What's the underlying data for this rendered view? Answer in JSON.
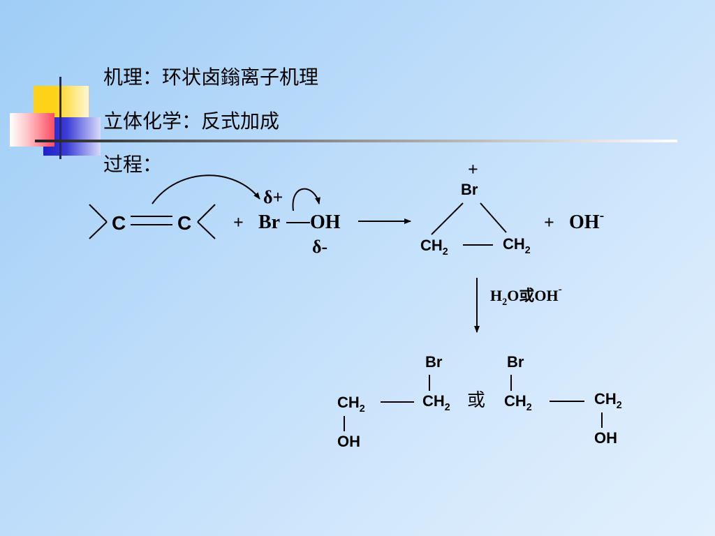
{
  "text": {
    "mechanism": "机理：环状卤鎓离子机理",
    "stereo": "立体化学：反式加成",
    "process": "过程："
  },
  "reaction1": {
    "carbon": "C",
    "plus": "+",
    "br": "Br",
    "oh": "OH",
    "delta_plus": "δ+",
    "delta_minus": "δ-",
    "bromonium_charge": "+",
    "bromonium_br": "Br",
    "ch": "CH",
    "sub2": "2",
    "oh_ion": "OH",
    "minus": "-"
  },
  "reagent": {
    "h": "H",
    "sub2": "2",
    "rest": "O或OH",
    "minus": "-"
  },
  "products": {
    "br": "Br",
    "ch": "CH",
    "sub2": "2",
    "oh": "OH",
    "or": "或"
  },
  "colors": {
    "accent_yellow": "#ffd21a",
    "accent_red": "#ff5a6a",
    "accent_blue": "#2a2acc"
  }
}
